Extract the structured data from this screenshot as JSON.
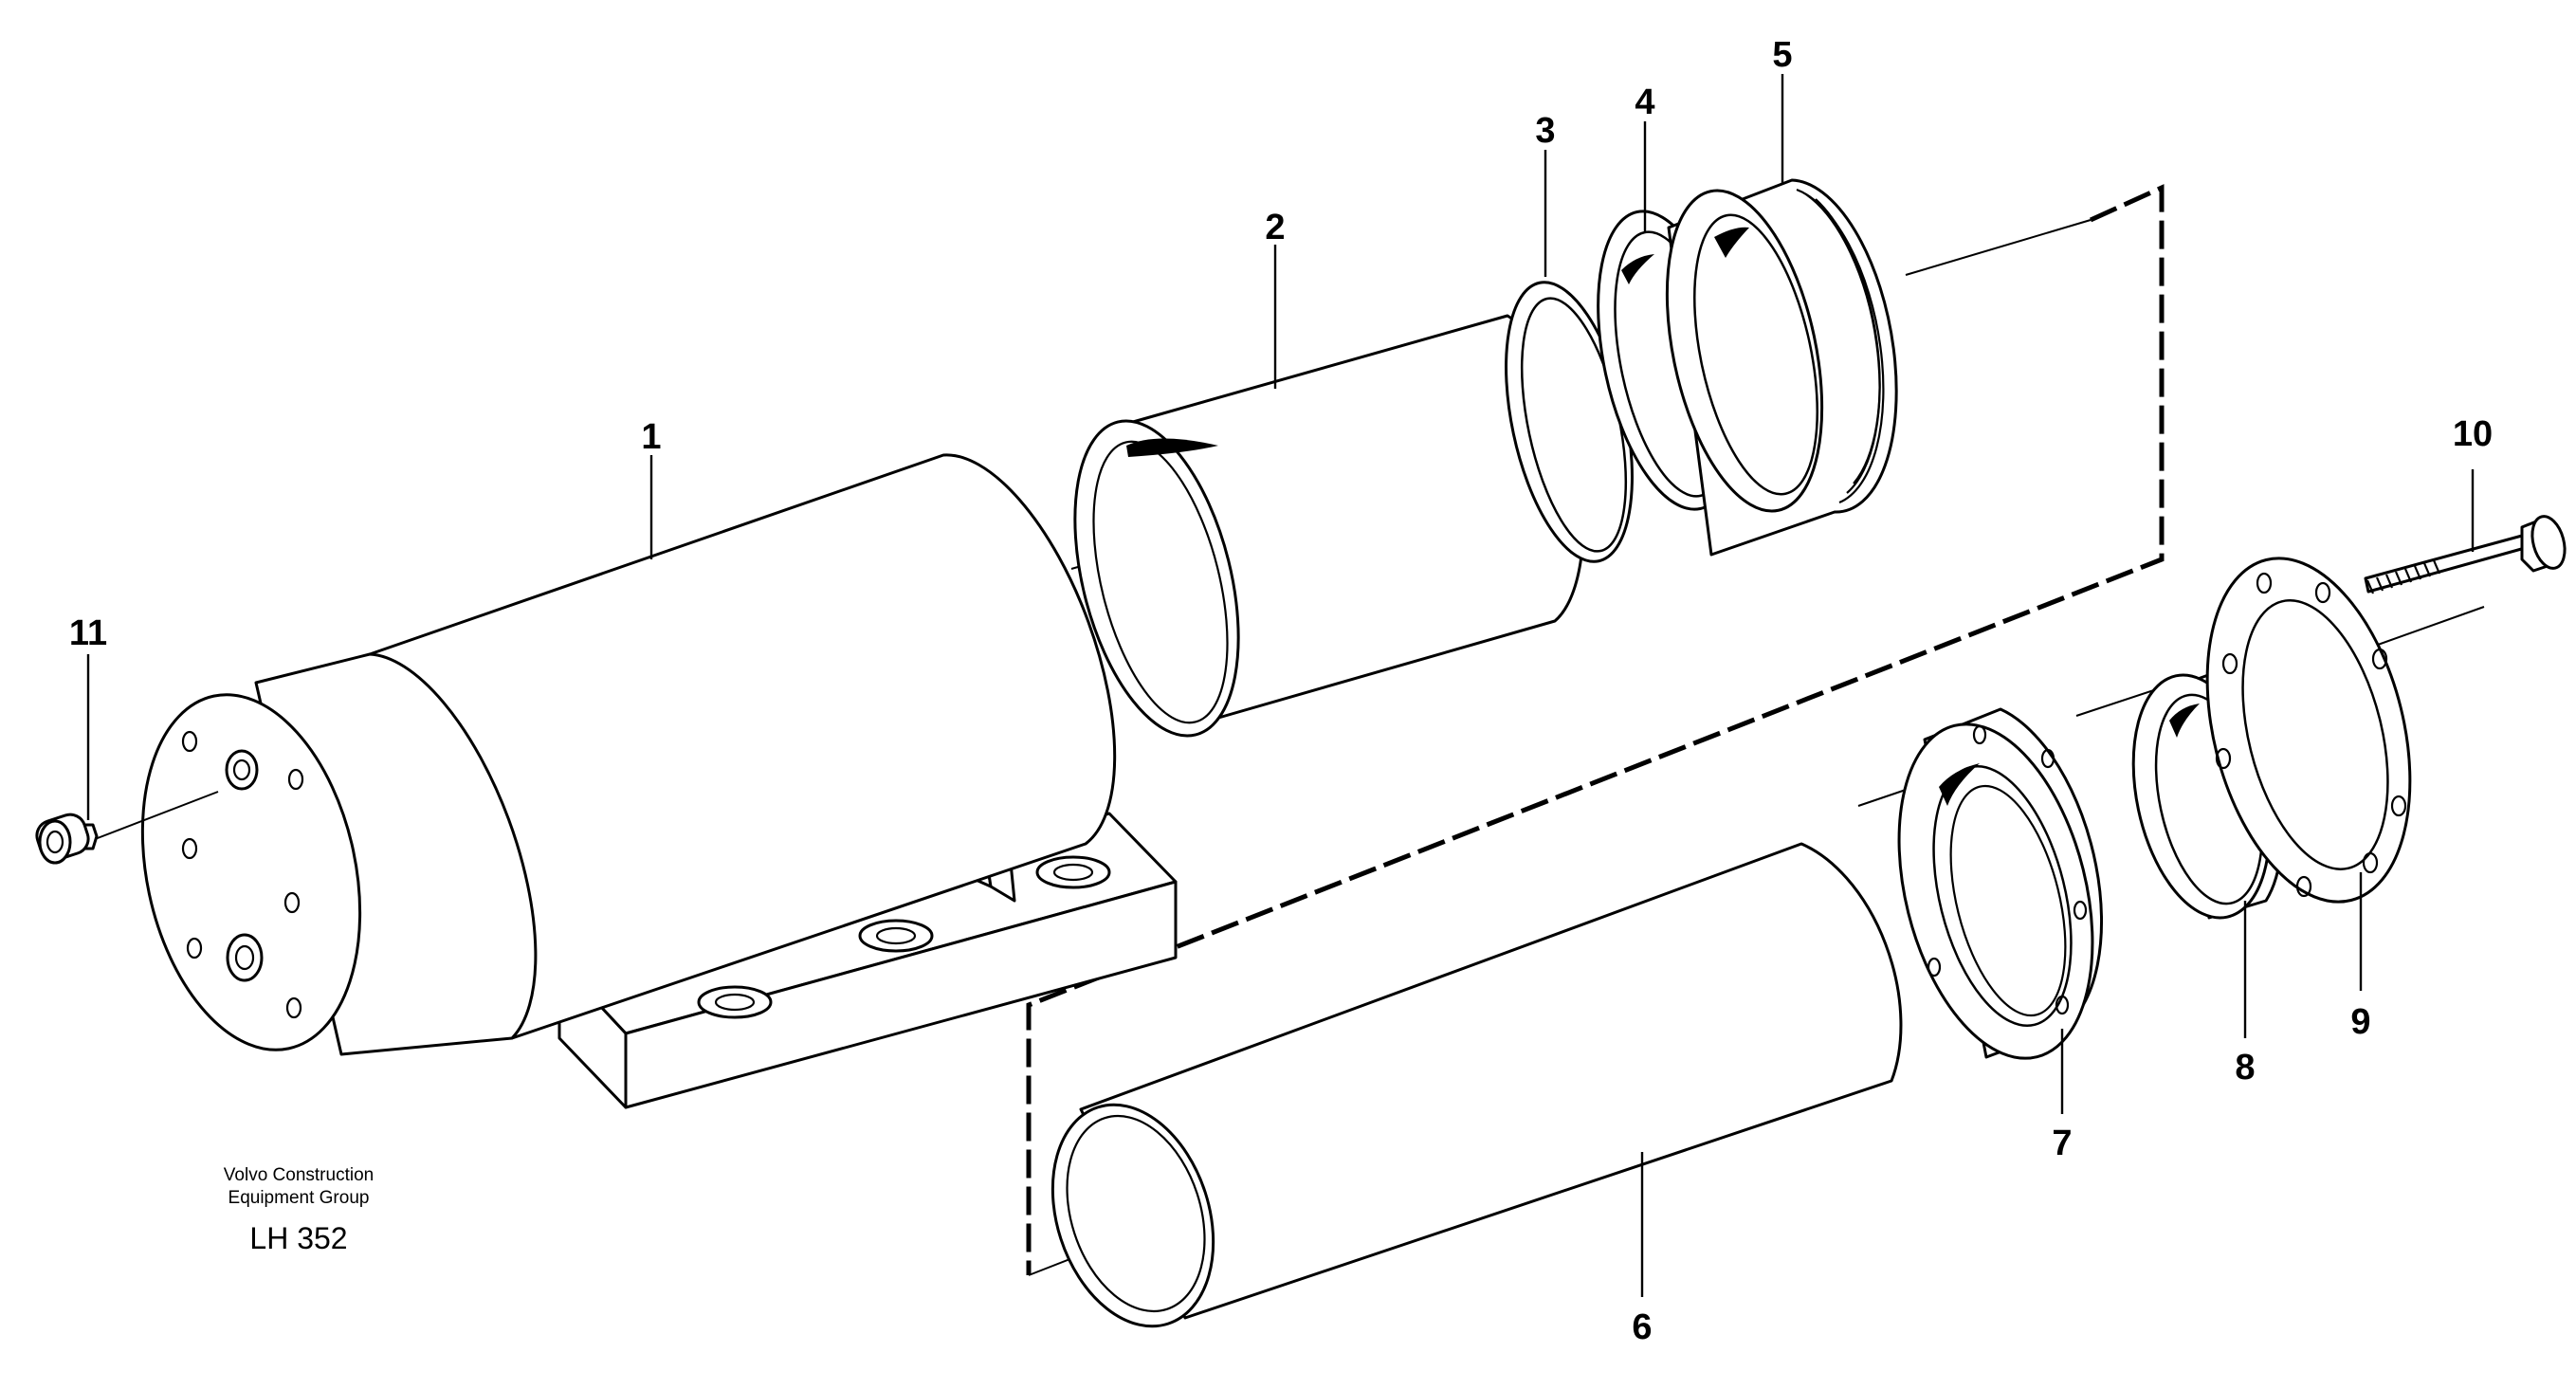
{
  "callouts": [
    {
      "id": "1",
      "label": "1"
    },
    {
      "id": "2",
      "label": "2"
    },
    {
      "id": "3",
      "label": "3"
    },
    {
      "id": "4",
      "label": "4"
    },
    {
      "id": "5",
      "label": "5"
    },
    {
      "id": "6",
      "label": "6"
    },
    {
      "id": "7",
      "label": "7"
    },
    {
      "id": "8",
      "label": "8"
    },
    {
      "id": "9",
      "label": "9"
    },
    {
      "id": "10",
      "label": "10"
    },
    {
      "id": "11",
      "label": "11"
    }
  ],
  "caption": {
    "line1": "Volvo Construction",
    "line2": "Equipment Group",
    "code": "LH 352"
  }
}
